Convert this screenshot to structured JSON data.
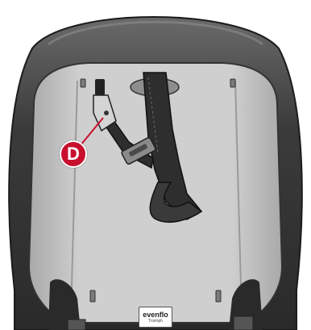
{
  "callout": {
    "label": "D",
    "color": "#c8102e"
  },
  "logo": {
    "brand": "evenflo",
    "model": "Triumph"
  },
  "colors": {
    "seat_shell_outer": "#3a3a3a",
    "seat_shell_inner": "#c9c9c9",
    "strap": "#2e2e2e",
    "buckle": "#8a8a8a"
  }
}
